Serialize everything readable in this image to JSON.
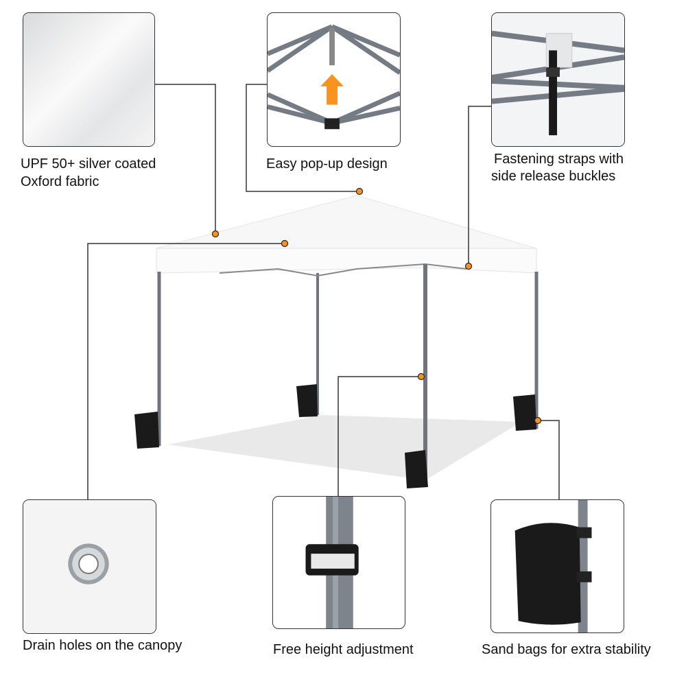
{
  "features": {
    "fabric": {
      "line1": "UPF 50+ silver coated",
      "line2": "Oxford fabric",
      "icon": "fabric-swatch"
    },
    "popup": {
      "label": "Easy pop-up design",
      "icon": "up-arrow"
    },
    "straps": {
      "line1": "Fastening straps with",
      "line2": "side release buckles",
      "icon": "strap-buckle"
    },
    "drain": {
      "label": "Drain holes on the canopy",
      "icon": "grommet"
    },
    "height": {
      "label": "Free height adjustment",
      "icon": "height-clip"
    },
    "sandbag": {
      "label": "Sand bags for extra stability",
      "icon": "sandbag"
    }
  },
  "colors": {
    "accent": "#F7931E",
    "frame": "#7A8089",
    "line": "#333333",
    "bag": "#1A1A1A"
  }
}
